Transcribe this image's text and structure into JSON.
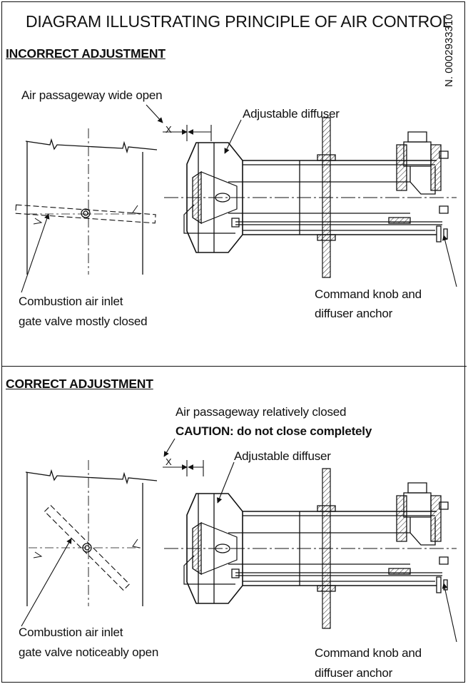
{
  "title": "DIAGRAM ILLUSTRATING PRINCIPLE OF AIR CONTROL",
  "document_code": "N. 0002933310",
  "panels": [
    {
      "heading": "INCORRECT ADJUSTMENT",
      "passageway_label": "Air passageway wide open",
      "gap_label": "X",
      "diffuser_label": "Adjustable diffuser",
      "valve_label_line1": "Combustion air inlet",
      "valve_label_line2": "gate valve mostly closed",
      "knob_label_line1": "Command knob and",
      "knob_label_line2": "diffuser anchor"
    },
    {
      "heading": "CORRECT ADJUSTMENT",
      "passageway_label": "Air passageway relatively closed",
      "caution_label": "CAUTION: do not close completely",
      "gap_label": "X",
      "diffuser_label": "Adjustable diffuser",
      "valve_label_line1": "Combustion air inlet",
      "valve_label_line2": "gate valve noticeably open",
      "knob_label_line1": "Command knob and",
      "knob_label_line2": "diffuser anchor"
    }
  ]
}
